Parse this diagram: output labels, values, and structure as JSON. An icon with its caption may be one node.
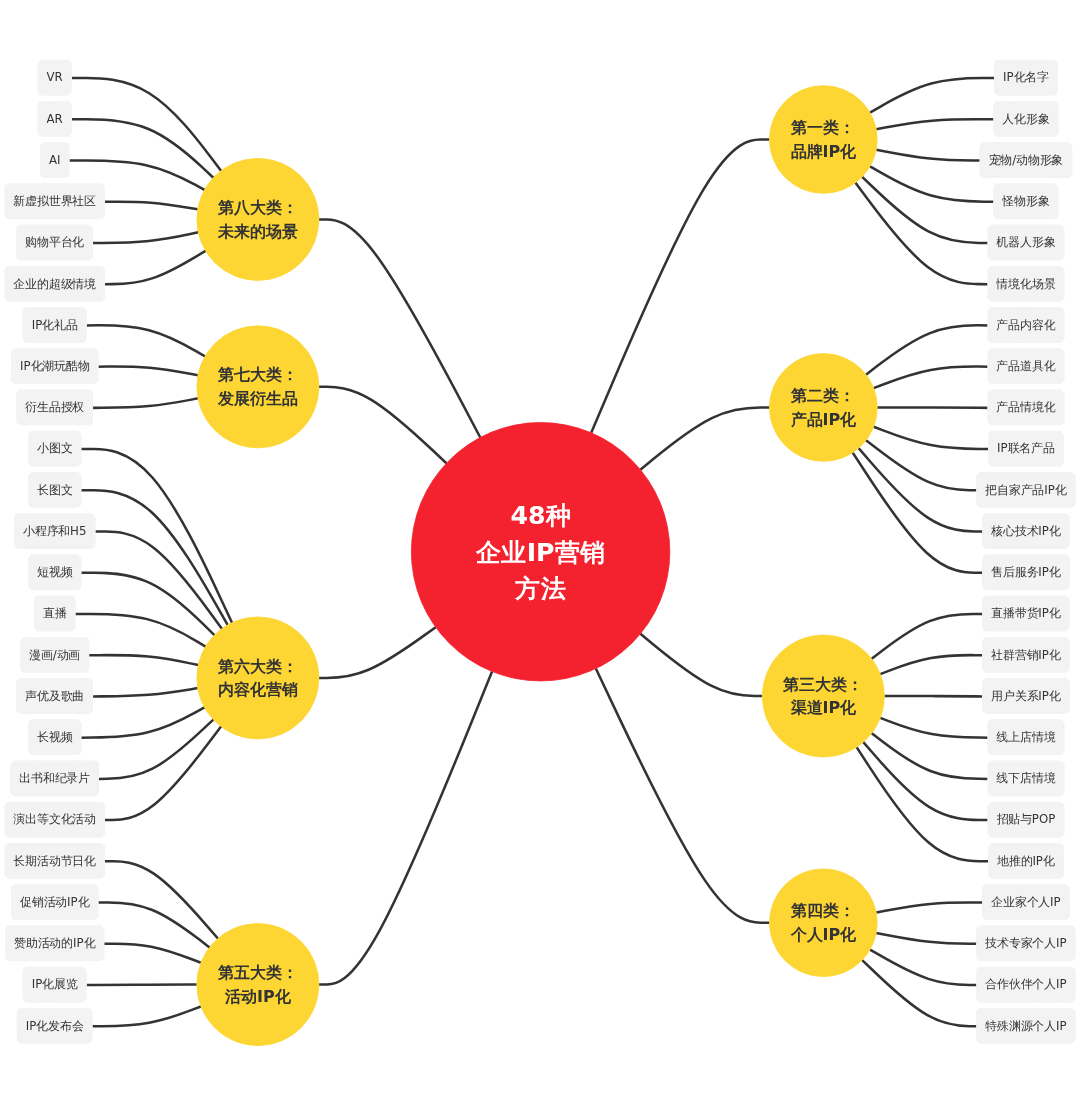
{
  "diagram": {
    "nodes": [
      {
        "text": [
          "48种企业IP营销方法"
        ]
      },
      {
        "text": [
          "第一类：品牌IP化"
        ]
      },
      {
        "text": [
          "IP化名字"
        ]
      },
      {
        "text": [
          "人化形象"
        ]
      },
      {
        "text": [
          "宠物/动物形象"
        ]
      },
      {
        "text": [
          "怪物形象"
        ]
      },
      {
        "text": [
          "机器人形象"
        ]
      },
      {
        "text": [
          "情境化场景"
        ]
      },
      {
        "text": [
          "第二类：产品IP化"
        ]
      },
      {
        "text": [
          "产品内容化"
        ]
      },
      {
        "text": [
          "产品道具化"
        ]
      },
      {
        "text": [
          "产品情境化"
        ]
      },
      {
        "text": [
          "IP联名产品"
        ]
      },
      {
        "text": [
          "把自家产品IP化"
        ]
      },
      {
        "text": [
          "核心技术IP化"
        ]
      },
      {
        "text": [
          "售后服务IP化"
        ]
      },
      {
        "text": [
          "第三大类：渠道IP化"
        ]
      },
      {
        "text": [
          "直播带货IP化"
        ]
      },
      {
        "text": [
          "社群营销IP化"
        ]
      },
      {
        "text": [
          "用户关系IP化"
        ]
      },
      {
        "text": [
          "线上店情境"
        ]
      },
      {
        "text": [
          "线下店情境"
        ]
      },
      {
        "text": [
          "招贴与POP"
        ]
      },
      {
        "text": [
          "地推的IP化"
        ]
      },
      {
        "text": [
          "第四类：个人IP化"
        ]
      },
      {
        "text": [
          "企业家个人IP"
        ]
      },
      {
        "text": [
          "技术专家个人IP"
        ]
      },
      {
        "text": [
          "合作伙伴个人IP"
        ]
      },
      {
        "text": [
          "特殊渊源个人IP"
        ]
      },
      {
        "text": [
          "第八大类：未来的场景"
        ]
      },
      {
        "text": [
          "VR"
        ]
      },
      {
        "text": [
          "AR"
        ]
      },
      {
        "text": [
          "AI"
        ]
      },
      {
        "text": [
          "新虚拟世界社区"
        ]
      },
      {
        "text": [
          "购物平台化"
        ]
      },
      {
        "text": [
          "企业的超级情境"
        ]
      },
      {
        "text": [
          "第七大类：发展衍生品"
        ]
      },
      {
        "text": [
          "IP化礼品"
        ]
      },
      {
        "text": [
          "IP化潮玩酷物"
        ]
      },
      {
        "text": [
          "衍生品授权"
        ]
      },
      {
        "text": [
          "第六大类：内容化营销"
        ]
      },
      {
        "text": [
          "小图文"
        ]
      },
      {
        "text": [
          "长图文"
        ]
      },
      {
        "text": [
          "小程序和H5"
        ]
      },
      {
        "text": [
          "短视频"
        ]
      },
      {
        "text": [
          "直播"
        ]
      },
      {
        "text": [
          "漫画/动画"
        ]
      },
      {
        "text": [
          "声优及歌曲"
        ]
      },
      {
        "text": [
          "长视频"
        ]
      },
      {
        "text": [
          "出书和纪录片"
        ]
      },
      {
        "text": [
          "演出等文化活动"
        ]
      },
      {
        "text": [
          "第五大类：活动IP化"
        ]
      },
      {
        "text": [
          "长期活动节日化"
        ]
      },
      {
        "text": [
          "促销活动IP化"
        ]
      },
      {
        "text": [
          "赞助活动的IP化"
        ]
      },
      {
        "text": [
          "IP化展览"
        ]
      },
      {
        "text": [
          "IP化发布会"
        ]
      }
    ],
    "edges": [
      {
        "from": 0,
        "to": 1,
        "arrow": "none"
      },
      {
        "from": 1,
        "to": 2,
        "arrow": "none"
      },
      {
        "from": 1,
        "to": 3,
        "arrow": "none"
      },
      {
        "from": 1,
        "to": 4,
        "arrow": "none"
      },
      {
        "from": 1,
        "to": 5,
        "arrow": "none"
      },
      {
        "from": 1,
        "to": 6,
        "arrow": "none"
      },
      {
        "from": 1,
        "to": 7,
        "arrow": "none"
      },
      {
        "from": 0,
        "to": 8,
        "arrow": "none"
      },
      {
        "from": 8,
        "to": 9,
        "arrow": "none"
      },
      {
        "from": 8,
        "to": 10,
        "arrow": "none"
      },
      {
        "from": 8,
        "to": 11,
        "arrow": "none"
      },
      {
        "from": 8,
        "to": 12,
        "arrow": "none"
      },
      {
        "from": 8,
        "to": 13,
        "arrow": "none"
      },
      {
        "from": 8,
        "to": 14,
        "arrow": "none"
      },
      {
        "from": 8,
        "to": 15,
        "arrow": "none"
      },
      {
        "from": 0,
        "to": 16,
        "arrow": "none"
      },
      {
        "from": 16,
        "to": 17,
        "arrow": "none"
      },
      {
        "from": 16,
        "to": 18,
        "arrow": "none"
      },
      {
        "from": 16,
        "to": 19,
        "arrow": "none"
      },
      {
        "from": 16,
        "to": 20,
        "arrow": "none"
      },
      {
        "from": 16,
        "to": 21,
        "arrow": "none"
      },
      {
        "from": 16,
        "to": 22,
        "arrow": "none"
      },
      {
        "from": 16,
        "to": 23,
        "arrow": "none"
      },
      {
        "from": 0,
        "to": 24,
        "arrow": "none"
      },
      {
        "from": 24,
        "to": 25,
        "arrow": "none"
      },
      {
        "from": 24,
        "to": 26,
        "arrow": "none"
      },
      {
        "from": 24,
        "to": 27,
        "arrow": "none"
      },
      {
        "from": 24,
        "to": 28,
        "arrow": "none"
      },
      {
        "from": 30,
        "to": 29,
        "arrow": "none"
      },
      {
        "from": 31,
        "to": 29,
        "arrow": "none"
      },
      {
        "from": 32,
        "to": 29,
        "arrow": "none"
      },
      {
        "from": 33,
        "to": 29,
        "arrow": "none"
      },
      {
        "from": 34,
        "to": 29,
        "arrow": "none"
      },
      {
        "from": 35,
        "to": 29,
        "arrow": "none"
      },
      {
        "from": 29,
        "to": 0,
        "arrow": "none"
      },
      {
        "from": 37,
        "to": 36,
        "arrow": "none"
      },
      {
        "from": 38,
        "to": 36,
        "arrow": "none"
      },
      {
        "from": 39,
        "to": 36,
        "arrow": "none"
      },
      {
        "from": 36,
        "to": 0,
        "arrow": "none"
      },
      {
        "from": 41,
        "to": 40,
        "arrow": "none"
      },
      {
        "from": 42,
        "to": 40,
        "arrow": "none"
      },
      {
        "from": 43,
        "to": 40,
        "arrow": "none"
      },
      {
        "from": 44,
        "to": 40,
        "arrow": "none"
      },
      {
        "from": 45,
        "to": 40,
        "arrow": "none"
      },
      {
        "from": 46,
        "to": 40,
        "arrow": "none"
      },
      {
        "from": 47,
        "to": 40,
        "arrow": "none"
      },
      {
        "from": 48,
        "to": 40,
        "arrow": "none"
      },
      {
        "from": 49,
        "to": 40,
        "arrow": "none"
      },
      {
        "from": 50,
        "to": 40,
        "arrow": "none"
      },
      {
        "from": 40,
        "to": 0,
        "arrow": "none"
      },
      {
        "from": 52,
        "to": 51,
        "arrow": "none"
      },
      {
        "from": 53,
        "to": 51,
        "arrow": "none"
      },
      {
        "from": 54,
        "to": 51,
        "arrow": "none"
      },
      {
        "from": 55,
        "to": 51,
        "arrow": "none"
      },
      {
        "from": 56,
        "to": 51,
        "arrow": "none"
      },
      {
        "from": 51,
        "to": 0,
        "arrow": "none"
      }
    ]
  }
}
